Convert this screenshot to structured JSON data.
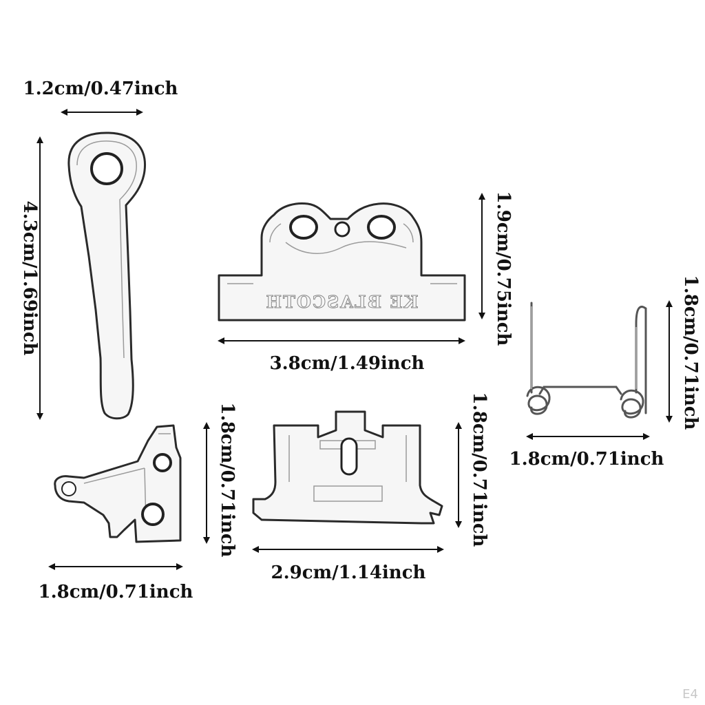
{
  "dimensions": {
    "lever_width": "1.2cm/0.47inch",
    "lever_height": "4.3cm/1.69inch",
    "base_width": "3.8cm/1.49inch",
    "base_height": "1.9cm/0.75inch",
    "spring_height": "1.8cm/0.71inch",
    "spring_width": "1.8cm/0.71inch",
    "latch_height": "1.8cm/0.71inch",
    "latch_width": "1.8cm/0.71inch",
    "clip_height": "1.8cm/0.71inch",
    "clip_width": "2.9cm/1.14inch"
  },
  "base_emboss": "KE BLASCOTH",
  "watermark": "E4"
}
